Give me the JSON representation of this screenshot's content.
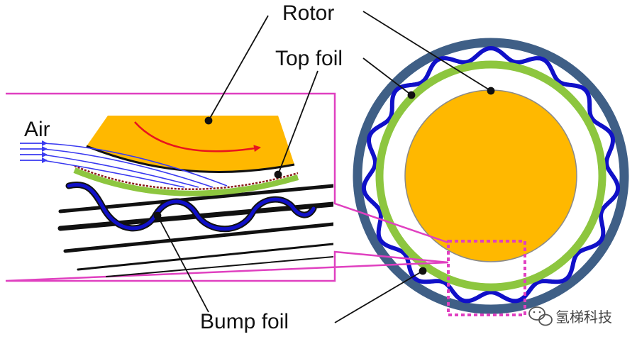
{
  "labels": {
    "rotor": "Rotor",
    "top_foil": "Top foil",
    "air": "Air",
    "bump_foil": "Bump foil"
  },
  "watermark": {
    "text": "氢梯科技",
    "icon": "wechat-icon"
  },
  "colors": {
    "rotor": "#FFB800",
    "top_foil": "#8DC63F",
    "bump_foil": "#1010C8",
    "housing": "#3F5F86",
    "callout_box": "#E040C0",
    "air_lines": "#3A3AF0",
    "rotation_arrow": "#E8141E"
  }
}
